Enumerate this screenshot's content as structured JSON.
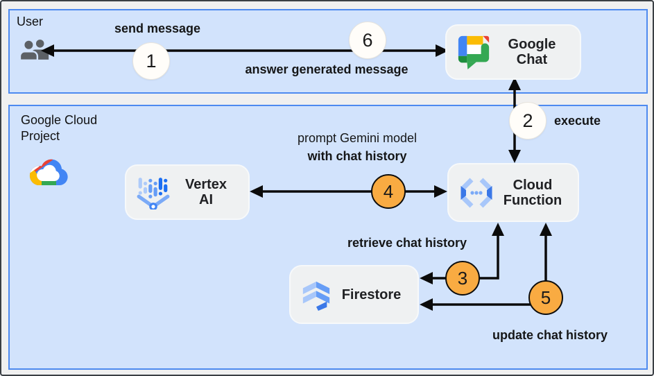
{
  "zones": {
    "user": {
      "label": "User"
    },
    "gcp": {
      "line1": "Google Cloud",
      "line2": "Project"
    }
  },
  "nodes": {
    "google_chat": {
      "line1": "Google",
      "line2": "Chat"
    },
    "vertex_ai": {
      "line1": "Vertex",
      "line2": "AI"
    },
    "cloud_function": {
      "line1": "Cloud",
      "line2": "Function"
    },
    "firestore": {
      "label": "Firestore"
    }
  },
  "edges": {
    "send_message": {
      "label": "send message",
      "step": "1"
    },
    "answer": {
      "label": "answer generated message",
      "step": "6"
    },
    "execute": {
      "label": "execute",
      "step": "2"
    },
    "prompt": {
      "line1": "prompt Gemini model",
      "line2": "with chat history",
      "step": "4"
    },
    "retrieve": {
      "label": "retrieve chat history",
      "step": "3"
    },
    "update": {
      "label": "update chat history",
      "step": "5"
    }
  },
  "colors": {
    "panel_fill": "#d2e3fc",
    "panel_border": "#4d8af0",
    "node_fill": "#eff1f2",
    "step_orange": "#f9ab42",
    "step_neutral": "#fffdf9",
    "arrow": "#0b0b0b",
    "google_blue": "#4285f4",
    "google_red": "#ea4335",
    "google_yellow": "#fbbc04",
    "google_green": "#34a853"
  },
  "icons": {
    "user": "users-icon",
    "gcp": "google-cloud-logo",
    "google_chat": "google-chat-icon",
    "vertex_ai": "vertex-ai-icon",
    "cloud_function": "cloud-functions-icon",
    "firestore": "firestore-icon"
  }
}
